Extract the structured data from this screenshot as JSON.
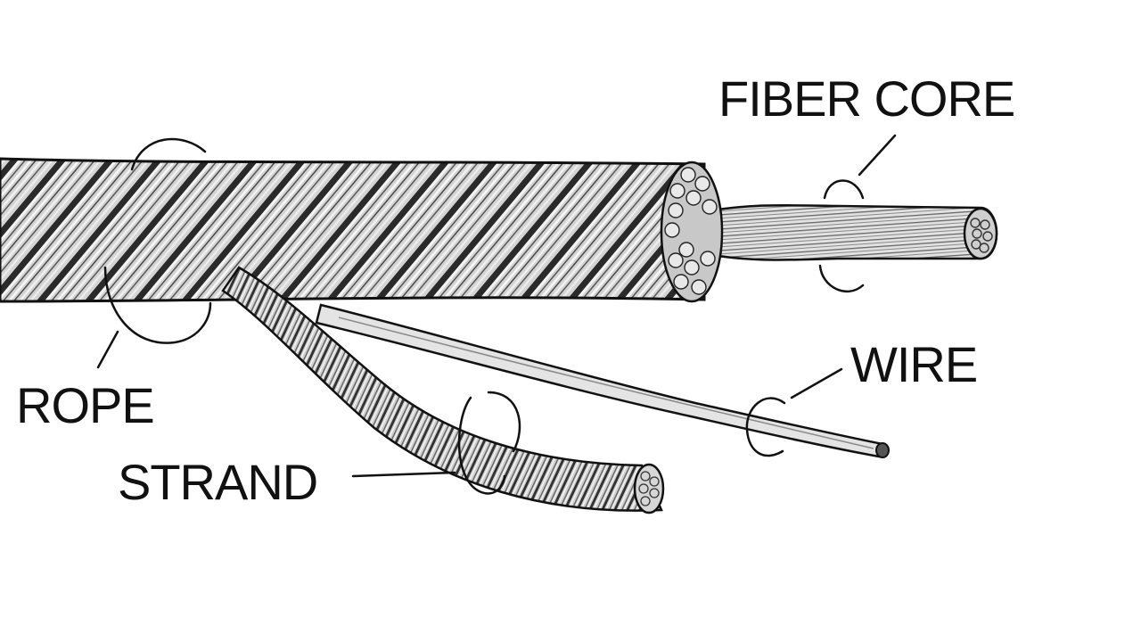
{
  "labels": {
    "fiber_core": "FIBER CORE",
    "wire": "WIRE",
    "rope": "ROPE",
    "strand": "STRAND"
  },
  "colors": {
    "ink": "#111111",
    "background": "#ffffff",
    "light_fill": "#e6e6e6",
    "mid_fill": "#9a9a9a"
  }
}
